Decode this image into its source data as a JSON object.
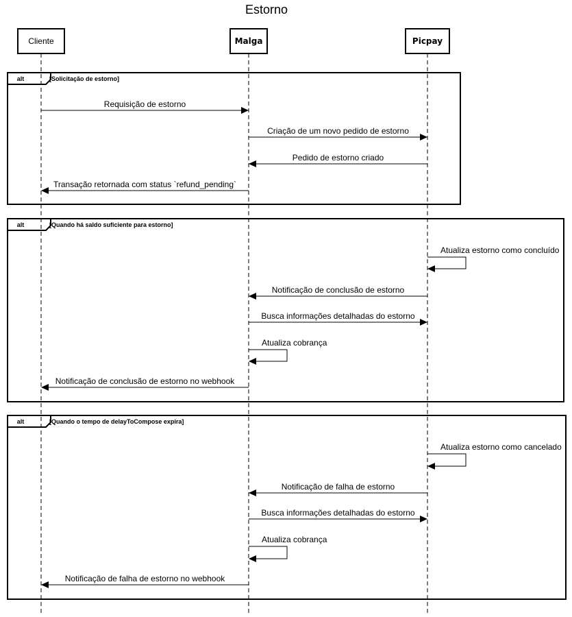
{
  "title": "Estorno",
  "actors": [
    {
      "id": "cliente",
      "label": "Cliente"
    },
    {
      "id": "malga",
      "label": "Malga"
    },
    {
      "id": "picpay",
      "label": "Picpay"
    }
  ],
  "frames": [
    {
      "operator": "alt",
      "condition": "[Solicitação de estorno]",
      "messages": [
        {
          "from": "cliente",
          "to": "malga",
          "label": "Requisição de estorno"
        },
        {
          "from": "malga",
          "to": "picpay",
          "label": "Criação de um novo pedido de estorno"
        },
        {
          "from": "picpay",
          "to": "malga",
          "label": "Pedido de estorno criado"
        },
        {
          "from": "malga",
          "to": "cliente",
          "label": "Transação retornada com status `refund_pending`"
        }
      ]
    },
    {
      "operator": "alt",
      "condition": "[Quando há saldo suficiente para estorno]",
      "messages": [
        {
          "from": "picpay",
          "to": "picpay",
          "label": "Atualiza estorno como concluído"
        },
        {
          "from": "picpay",
          "to": "malga",
          "label": "Notificação de conclusão de estorno"
        },
        {
          "from": "malga",
          "to": "picpay",
          "label": "Busca informações detalhadas do estorno"
        },
        {
          "from": "malga",
          "to": "malga",
          "label": "Atualiza cobrança"
        },
        {
          "from": "malga",
          "to": "cliente",
          "label": "Notificação de conclusão de estorno no webhook"
        }
      ]
    },
    {
      "operator": "alt",
      "condition": "[Quando o tempo de delayToCompose expira]",
      "messages": [
        {
          "from": "picpay",
          "to": "picpay",
          "label": "Atualiza estorno como cancelado"
        },
        {
          "from": "picpay",
          "to": "malga",
          "label": "Notificação de falha de estorno"
        },
        {
          "from": "malga",
          "to": "picpay",
          "label": "Busca informações detalhadas do estorno"
        },
        {
          "from": "malga",
          "to": "malga",
          "label": "Atualiza cobrança"
        },
        {
          "from": "malga",
          "to": "cliente",
          "label": "Notificação de falha de estorno no webhook"
        }
      ]
    }
  ]
}
